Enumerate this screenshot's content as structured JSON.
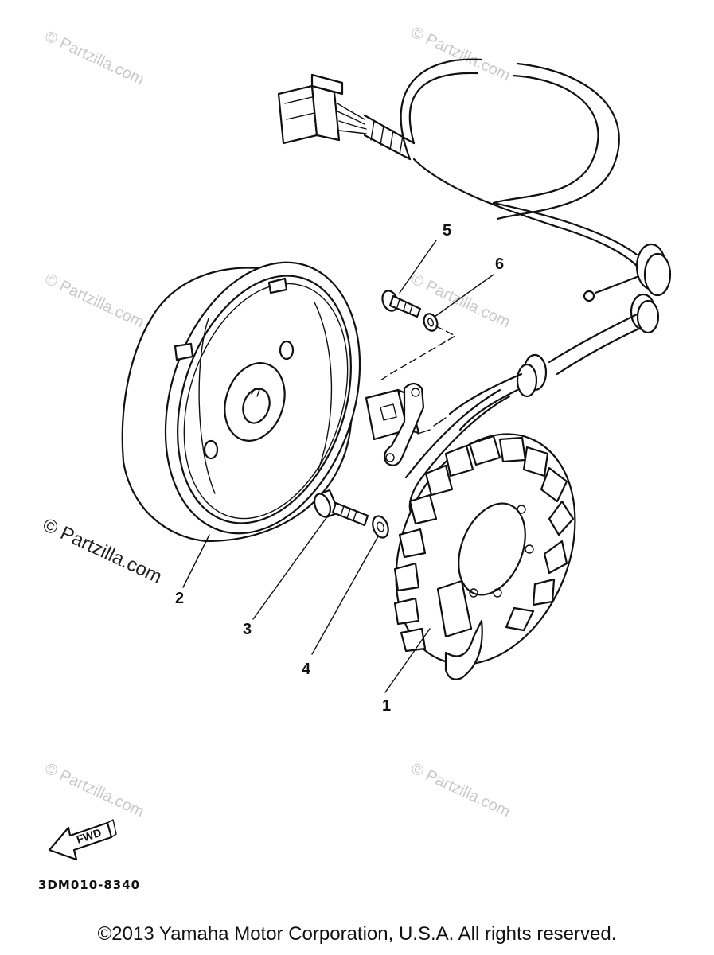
{
  "callouts": {
    "c1": "1",
    "c2": "2",
    "c3": "3",
    "c4": "4",
    "c5": "5",
    "c6": "6"
  },
  "watermark": {
    "text": "© Partzilla.com"
  },
  "fwd_arrow_label": "FWD",
  "diagram_code": "3DM010-8340",
  "copyright": "©2013 Yamaha Motor Corporation, U.S.A. All rights reserved."
}
